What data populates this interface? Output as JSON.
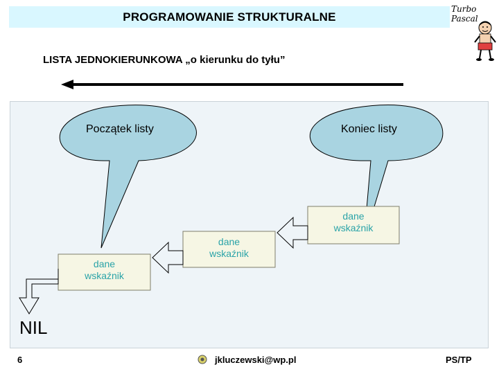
{
  "header": {
    "title": "PROGRAMOWANIE STRUKTURALNE",
    "logo_text": "Turbo Pascal"
  },
  "subtitle": "LISTA JEDNOKIERUNKOWA „o kierunku do tyłu”",
  "callouts": {
    "start": "Początek listy",
    "end": "Koniec listy"
  },
  "nodes": [
    {
      "line1": "dane",
      "line2": "wskaźnik"
    },
    {
      "line1": "dane",
      "line2": "wskaźnik"
    },
    {
      "line1": "dane",
      "line2": "wskaźnik"
    }
  ],
  "nil_label": "NIL",
  "footer": {
    "page_number": "6",
    "email": "jkluczewski@wp.pl",
    "right": "PS/TP"
  },
  "colors": {
    "title_bar": "#d9f7ff",
    "callout_fill": "#a9d4e1",
    "node_fill": "#f6f6e4",
    "node_text": "#2aa3a8",
    "arrow_fill": "#eef4f8"
  }
}
